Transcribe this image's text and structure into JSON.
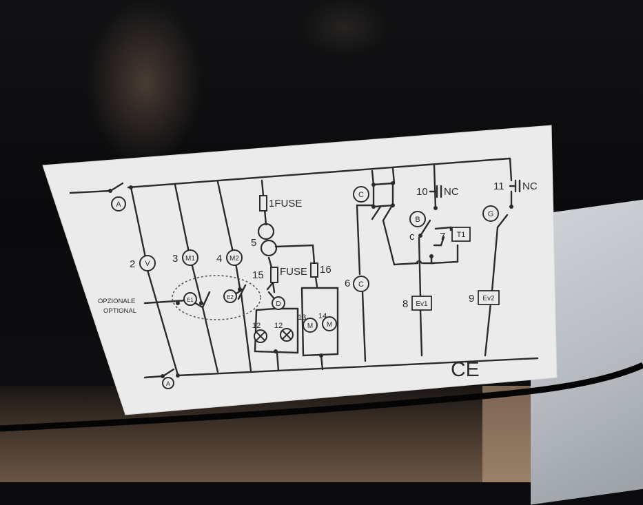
{
  "label": {
    "fuse1": "1FUSE",
    "fuse15": "FUSE",
    "num15": "15",
    "num16": "16",
    "num5": "5",
    "num2": "2",
    "num3": "3",
    "num4": "4",
    "num6": "6",
    "num7": "7",
    "num8": "8",
    "num9": "9",
    "num10": "10",
    "num11": "11",
    "num12a": "12",
    "num12b": "12",
    "num13": "13",
    "num14": "14",
    "nc10": "NC",
    "nc11": "NC",
    "sym_A_top": "A",
    "sym_A_bottom": "A",
    "sym_V": "V",
    "sym_M1": "M1",
    "sym_M2": "M2",
    "sym_E1": "E1",
    "sym_E2": "E2",
    "sym_D": "D",
    "sym_C_top": "C",
    "sym_C_mid": "C",
    "sym_B": "B",
    "sym_G": "G",
    "sym_M13": "M",
    "sym_M14": "M",
    "relay_T1": "T1",
    "valve_Ev1": "Ev1",
    "valve_Ev2": "Ev2",
    "contact_c": "c",
    "optional_it": "OPZIONALE",
    "optional_en": "OPTIONAL",
    "ce_mark": "CE"
  },
  "colors": {
    "card": "#eceaea",
    "ink": "#2a2a2a",
    "background": "#0b0b0d"
  }
}
